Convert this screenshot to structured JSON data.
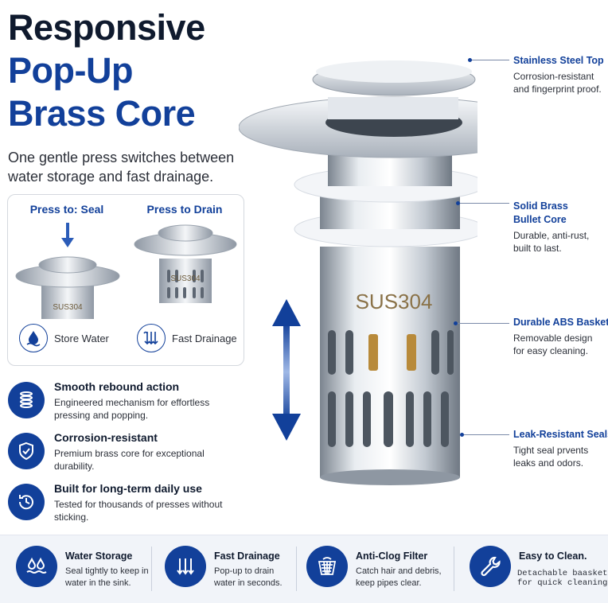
{
  "headline": {
    "line1": "Responsive",
    "line2": "Pop-Up",
    "line3": "Brass Core"
  },
  "subtitle": "One gentle press switches between water storage and fast drainage.",
  "modes": [
    {
      "title": "Press to: Seal",
      "icon": "water-drop-icon",
      "label": "Store Water",
      "stamp": "SUS304"
    },
    {
      "title": "Press to Drain",
      "icon": "drain-flow-icon",
      "label": "Fast Drainage",
      "stamp": "SUS304"
    }
  ],
  "features": [
    {
      "icon": "spring-icon",
      "title": "Smooth rebound action",
      "desc": "Engineered mechanism for effortless pressing and popping."
    },
    {
      "icon": "shield-icon",
      "title": "Corrosion-resistant",
      "desc": "Premium brass core for exceptional durability."
    },
    {
      "icon": "clock-history-icon",
      "title": "Built for long-term daily use",
      "desc": "Tested for thousands of presses without sticking."
    }
  ],
  "product": {
    "stamp": "SUS304"
  },
  "callouts": [
    {
      "title": "Stainless Steel Top",
      "desc1": "Corrosion-resistant",
      "desc2": "and fingerprint proof."
    },
    {
      "title": "Solid Brass",
      "title2": "Bullet Core",
      "desc1": "Durable, anti-rust,",
      "desc2": "built to last."
    },
    {
      "title": "Durable ABS Basket",
      "desc1": "Removable design",
      "desc2": "for easy cleaning."
    },
    {
      "title": "Leak-Resistant Seals",
      "desc1": "Tight seal prvents",
      "desc2": "leaks and odors."
    }
  ],
  "bottom": [
    {
      "icon": "water-waves-icon",
      "title": "Water Storage",
      "desc1": "Seal tightly to keep in",
      "desc2": "water in the sink."
    },
    {
      "icon": "down-arrows-icon",
      "title": "Fast Drainage",
      "desc1": "Pop-up to drain",
      "desc2": "water in seconds."
    },
    {
      "icon": "filter-basket-icon",
      "title": "Anti-Clog Filter",
      "desc1": "Catch hair and debris,",
      "desc2": "keep pipes clear."
    },
    {
      "icon": "wrench-icon",
      "title": "Easy to Clean.",
      "desc1": "Detachable baasket",
      "desc2": "for quick cleaning"
    }
  ],
  "colors": {
    "brand": "#12409a",
    "dark": "#0f1a2e",
    "steel": "#c8ced6"
  }
}
